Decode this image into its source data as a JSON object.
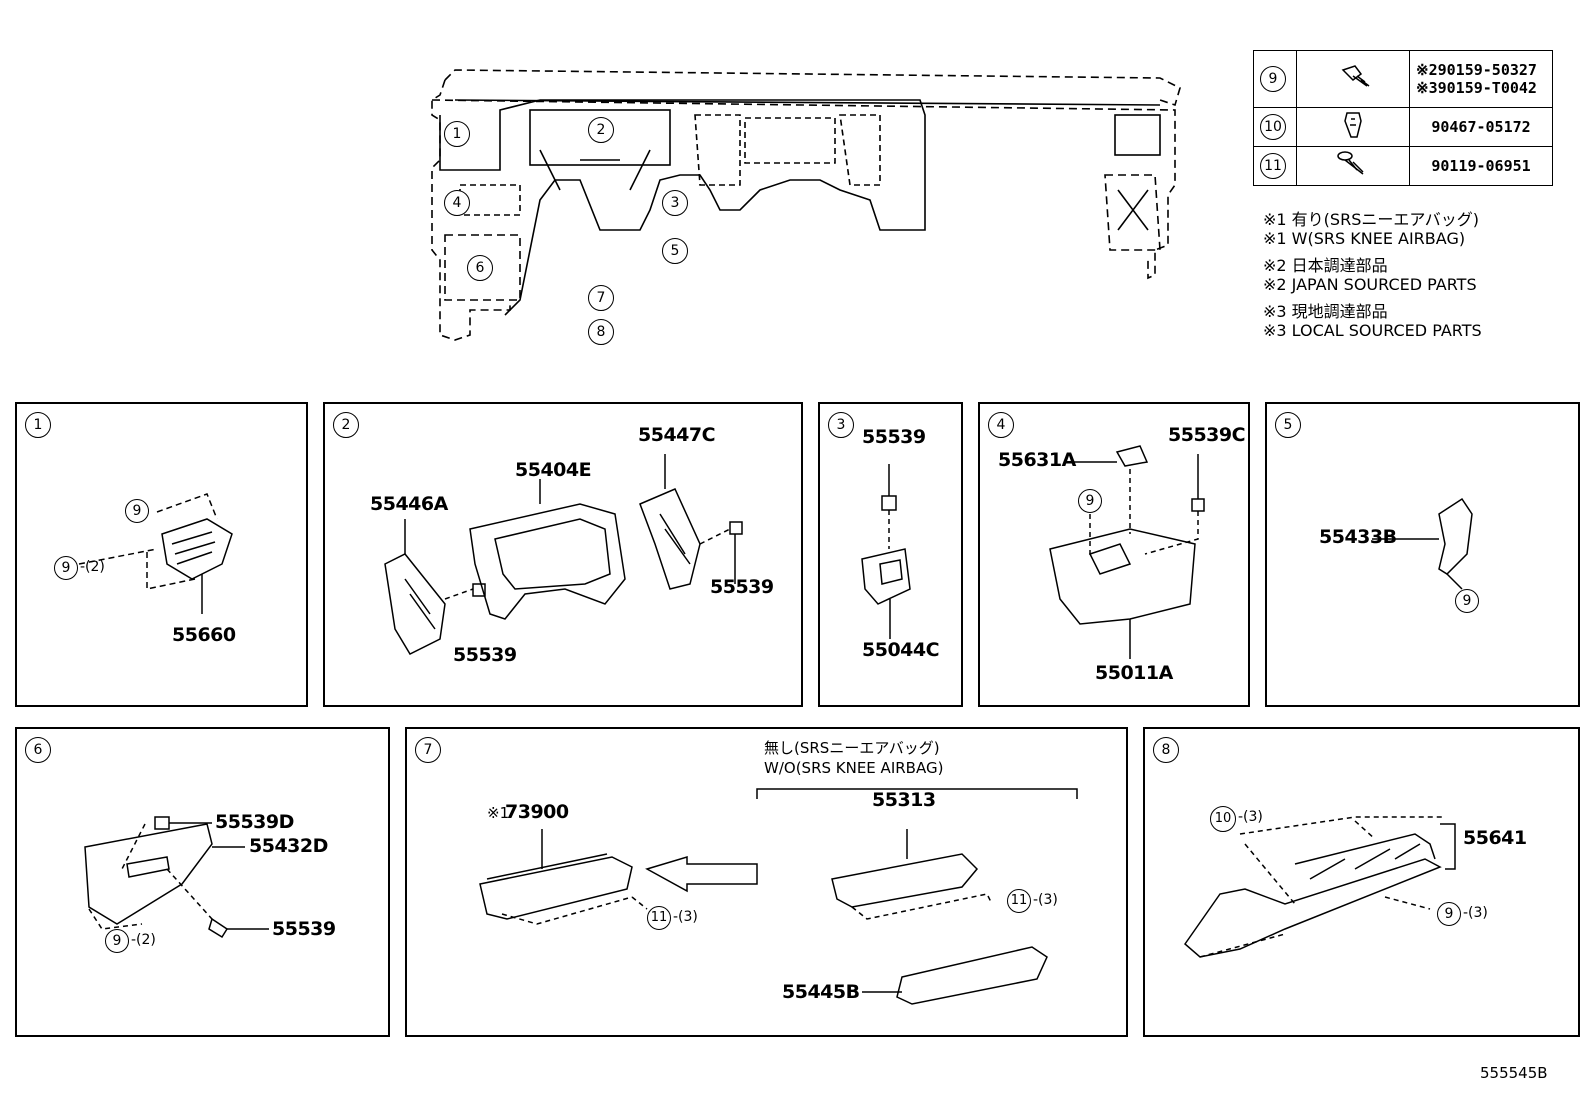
{
  "top_refs": [
    "1",
    "2",
    "3",
    "4",
    "5",
    "6",
    "7",
    "8"
  ],
  "fastener_table": [
    {
      "ref": "9",
      "icon": "bolt-icon",
      "parts": [
        "※290159-50327",
        "※390159-T0042"
      ]
    },
    {
      "ref": "10",
      "icon": "clip-icon",
      "parts": [
        "90467-05172"
      ]
    },
    {
      "ref": "11",
      "icon": "screw-icon",
      "parts": [
        "90119-06951"
      ]
    }
  ],
  "notes": [
    "※1 有り(SRSニーエアバッグ)",
    "※1 W(SRS KNEE AIRBAG)",
    "※2 日本調達部品",
    "※2 JAPAN SOURCED PARTS",
    "※3 現地調達部品",
    "※3 LOCAL SOURCED PARTS"
  ],
  "panels": {
    "p1": {
      "ref": "1",
      "parts": [
        "55660"
      ],
      "callouts": [
        "9",
        "9"
      ],
      "qty": "-(2)"
    },
    "p2": {
      "ref": "2",
      "parts": [
        "55446A",
        "55404E",
        "55447C",
        "55539",
        "55539"
      ]
    },
    "p3": {
      "ref": "3",
      "parts": [
        "55539",
        "55044C"
      ]
    },
    "p4": {
      "ref": "4",
      "parts": [
        "55631A",
        "55539C",
        "55011A"
      ],
      "callouts": [
        "9"
      ]
    },
    "p5": {
      "ref": "5",
      "parts": [
        "55433B"
      ],
      "callouts": [
        "9"
      ]
    },
    "p6": {
      "ref": "6",
      "parts": [
        "55539D",
        "55432D",
        "55539"
      ],
      "callouts": [
        "9"
      ],
      "qty": "-(2)"
    },
    "p7": {
      "ref": "7",
      "note_ja": "無し(SRSニーエアバッグ)",
      "note_en": "W/O(SRS KNEE AIRBAG)",
      "star": "※1",
      "parts": [
        "73900",
        "55313",
        "55445B"
      ],
      "callouts": [
        "11",
        "11"
      ],
      "qty": "-(3)"
    },
    "p8": {
      "ref": "8",
      "parts": [
        "55641"
      ],
      "callouts": [
        "10",
        "9"
      ],
      "qty": "-(3)"
    }
  },
  "diagram_id": "555545B"
}
